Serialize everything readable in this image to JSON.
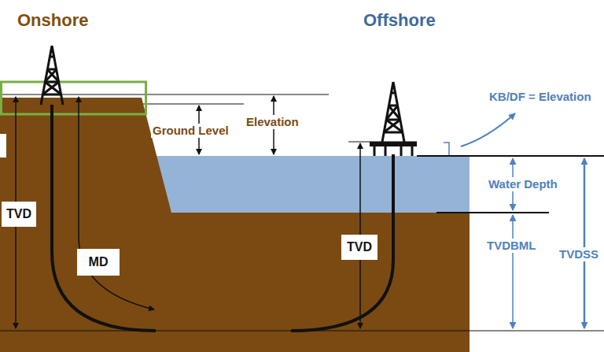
{
  "diagram": {
    "nodes": [
      {
        "text": [
          "TVD"
        ]
      },
      {
        "text": [
          "MD"
        ]
      },
      {
        "text": [
          "TVD"
        ]
      }
    ],
    "labels": [
      "Onshore",
      "Offshore",
      "Ground Level",
      "Elevation",
      "KB/DF = Elevation",
      "Water Depth",
      "TVDBML",
      "TVDSS"
    ]
  }
}
